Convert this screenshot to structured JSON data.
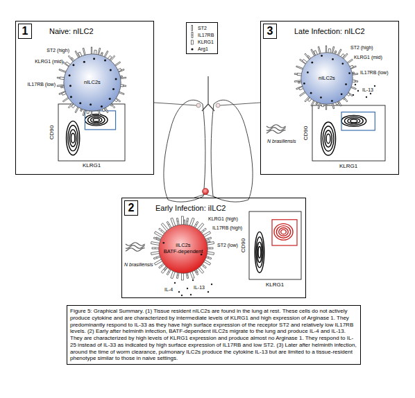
{
  "diagram": {
    "caption": "Figure 5: Graphical Summary. (1) Tissue resident nILC2s are found in the lung at rest. These cells do not actively produce cytokine and are characterized by intermediate levels of KLRG1 and high expression of Arginase 1. They predominantly respond to IL-33 as they have high surface expression of the receptor ST2 and relatively low IL17RB levels. (2) Early after helminth infection, BATF-dependent iILC2s migrate to the lung and produce IL-4 and IL-13. They are characterized by high levels of KLRG1 expression and produce almost no Arginase 1. They respond to IL-25 instead of IL-33 as indicated by high surface expression of IL17RB and low ST2. (3) Later after helminth infection, around the time of worm clearance, pulmonary ILC2s produce the cytokine IL-13 but are limited to a tissue-resident phenotype similar to those in naive settings.",
    "nodes": [
      {
        "text": [
          "Naive: nILC2"
        ]
      },
      {
        "text": [
          "1"
        ],
        "in": 0
      },
      {
        "text": [
          "nILC2s"
        ],
        "in": 0
      },
      {
        "text": [
          "Late Infection: nILC2"
        ]
      },
      {
        "text": [
          "3"
        ],
        "in": 3
      },
      {
        "text": [
          "nILC2s"
        ],
        "in": 3
      },
      {
        "text": [
          "Early Infection: iILC2"
        ]
      },
      {
        "text": [
          "2"
        ],
        "in": 6
      },
      {
        "text": [
          "iILC2s",
          "BATF-dependent"
        ],
        "in": 6
      }
    ],
    "labels": [
      "ST2 (high)",
      "KLRG1 (mid)",
      "IL17RB (low)",
      "CD90",
      "KLRG1",
      "ST2 (high)",
      "KLRG1 (mid)",
      "IL17RB (low)",
      "IL-13",
      "N brasiliensis",
      "CD90",
      "KLRG1",
      "KLRG1 (high)",
      "IL17RB (high)",
      "ST2 (low)",
      "IL-4",
      "IL-13",
      "N brasiliensis",
      "CD90",
      "KLRG1"
    ],
    "legend": [
      {
        "text": "ST2"
      },
      {
        "text": "IL17RB"
      },
      {
        "text": "KLRG1"
      },
      {
        "text": "Arg1"
      }
    ]
  }
}
